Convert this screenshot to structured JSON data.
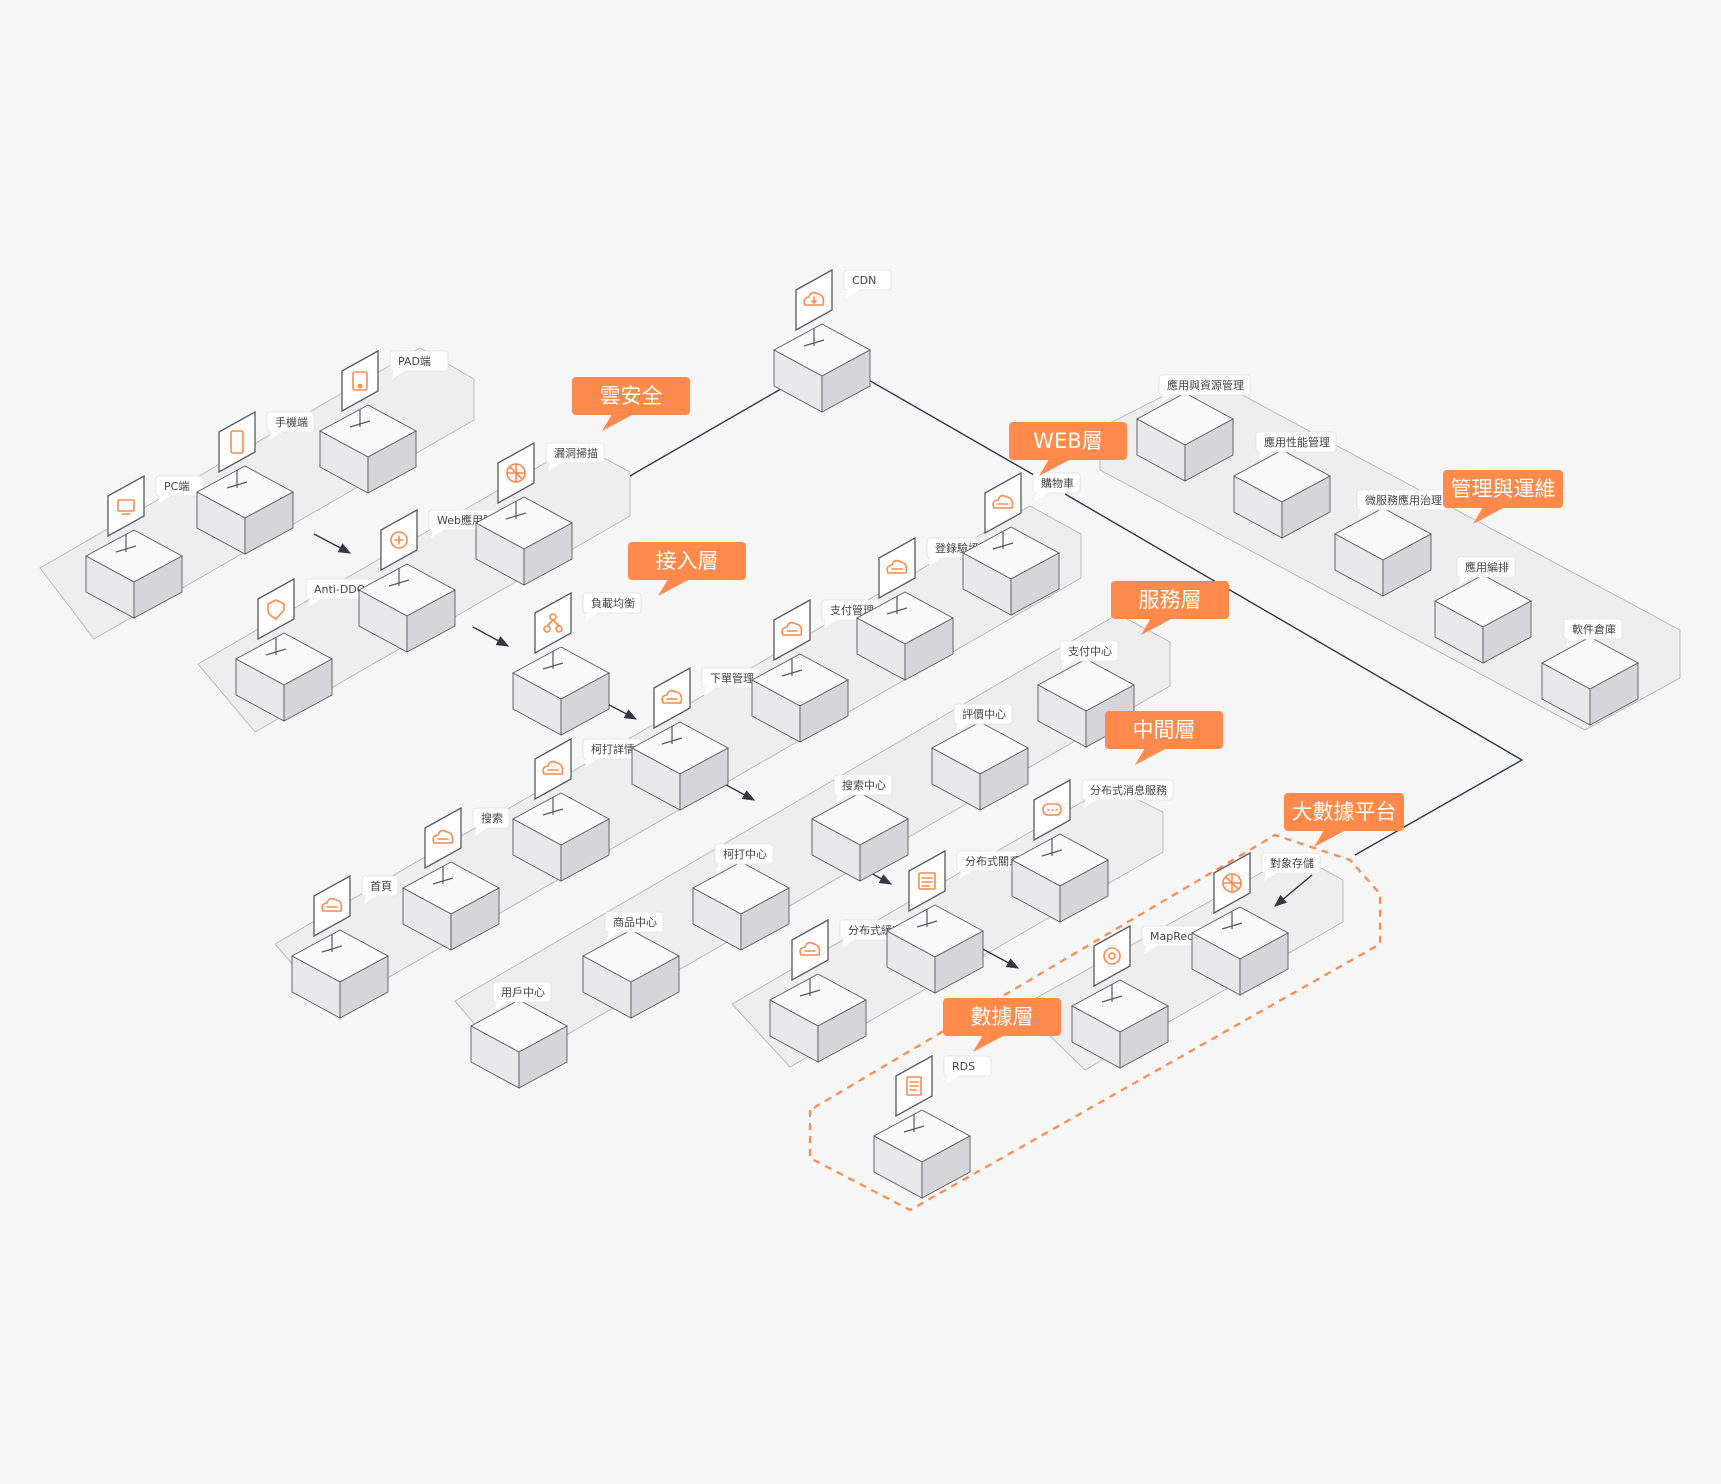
{
  "colors": {
    "background": "#f6f6f6",
    "tray_fill": "#eeeeee",
    "tray_stroke": "#bdbdbd",
    "box_top": "#fafafa",
    "box_left": "#e9e9eb",
    "box_right": "#d6d6da",
    "box_stroke": "#5a5a60",
    "accent": "#ff8a4c",
    "arrow": "#333842"
  },
  "tags": {
    "security": "雲安全",
    "access": "接入層",
    "web": "WEB層",
    "service": "服務層",
    "middleware": "中間層",
    "bigdata": "大數據平台",
    "data": "數據層",
    "ops": "管理與運維"
  },
  "nodes": {
    "pc": {
      "label": "PC端",
      "icon": "monitor-icon"
    },
    "phone": {
      "label": "手機端",
      "icon": "smartphone-icon"
    },
    "pad": {
      "label": "PAD端",
      "icon": "tablet-icon"
    },
    "anti_ddos": {
      "label": "Anti-DDOS",
      "icon": "shield-icon"
    },
    "waf": {
      "label": "Web應用防火牆",
      "icon": "firewall-icon"
    },
    "vuln_scan": {
      "label": "漏洞掃描",
      "icon": "scan-icon"
    },
    "cdn": {
      "label": "CDN",
      "icon": "cloud-download-icon"
    },
    "slb": {
      "label": "負載均衡",
      "icon": "load-balancer-icon"
    },
    "home": {
      "label": "首頁",
      "icon": "cloud-icon"
    },
    "search": {
      "label": "搜索",
      "icon": "cloud-icon"
    },
    "detail": {
      "label": "柯打詳情",
      "icon": "cloud-icon"
    },
    "order_mgmt": {
      "label": "下單管理",
      "icon": "cloud-icon"
    },
    "pay_mgmt": {
      "label": "支付管理",
      "icon": "cloud-icon"
    },
    "login": {
      "label": "登錄驗證",
      "icon": "cloud-icon"
    },
    "cart": {
      "label": "購物車",
      "icon": "cloud-icon"
    },
    "user_center": {
      "label": "用戶中心",
      "icon": "server-icon"
    },
    "product_center": {
      "label": "商品中心",
      "icon": "server-icon"
    },
    "order_center": {
      "label": "柯打中心",
      "icon": "server-icon"
    },
    "search_center": {
      "label": "搜索中心",
      "icon": "server-icon"
    },
    "review_center": {
      "label": "評價中心",
      "icon": "server-icon"
    },
    "pay_center": {
      "label": "支付中心",
      "icon": "server-icon"
    },
    "dist_cache": {
      "label": "分布式緩存服務",
      "icon": "cache-icon"
    },
    "dist_rdb": {
      "label": "分布式關系型數據庫",
      "icon": "database-icon"
    },
    "dist_mq": {
      "label": "分布式消息服務",
      "icon": "message-icon"
    },
    "rds": {
      "label": "RDS",
      "icon": "document-icon"
    },
    "mapreduce": {
      "label": "MapReduce服務",
      "icon": "gear-cloud-icon"
    },
    "oss": {
      "label": "對象存儲",
      "icon": "storage-icon"
    },
    "app_res_mgmt": {
      "label": "應用與資源管理",
      "icon": "server-icon"
    },
    "app_perf_mgmt": {
      "label": "應用性能管理",
      "icon": "server-icon"
    },
    "microservice": {
      "label": "微服務應用治理",
      "icon": "server-icon"
    },
    "app_orch": {
      "label": "應用編排",
      "icon": "server-icon"
    },
    "repo": {
      "label": "軟件倉庫",
      "icon": "server-icon"
    }
  }
}
